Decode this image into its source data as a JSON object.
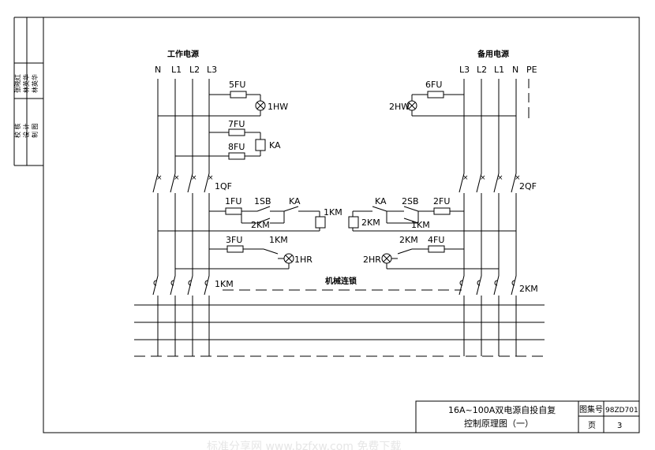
{
  "left_source": {
    "title": "工作电源",
    "phases": [
      "N",
      "L1",
      "L2",
      "L3"
    ],
    "breaker": "1QF",
    "contactor": "1KM",
    "fuses": [
      "5FU",
      "7FU",
      "8FU",
      "1FU",
      "3FU"
    ],
    "lamp": "1HW",
    "relay": "KA",
    "coil": "1KM",
    "button": "1SB",
    "aux": "2KM",
    "aux_contact": "1KM",
    "indicator": "1HR",
    "contact_ka": "KA"
  },
  "right_source": {
    "title": "备用电源",
    "phases": [
      "L3",
      "L2",
      "L1",
      "N",
      "PE"
    ],
    "breaker": "2QF",
    "contactor": "2KM",
    "fuses": [
      "6FU",
      "2FU",
      "4FU"
    ],
    "lamp": "2HW",
    "relay": "KA",
    "coil": "2KM",
    "button": "2SB",
    "aux": "1KM",
    "aux_contact": "2KM",
    "indicator": "2HR"
  },
  "interlock": "机械连锁",
  "side_block": {
    "names": [
      "张晓红",
      "林英华",
      "林英华"
    ],
    "roles": [
      "校 核",
      "设 计",
      "制 图"
    ]
  },
  "title_block": {
    "title_line1": "16A~100A双电源自投自复",
    "title_line2": "控制原理图（一）",
    "atlas_label": "图集号",
    "atlas_no": "98ZD701",
    "page_label": "页",
    "page_no": "3"
  },
  "watermark": "标准分享网 www.bzfxw.com 免费下载"
}
